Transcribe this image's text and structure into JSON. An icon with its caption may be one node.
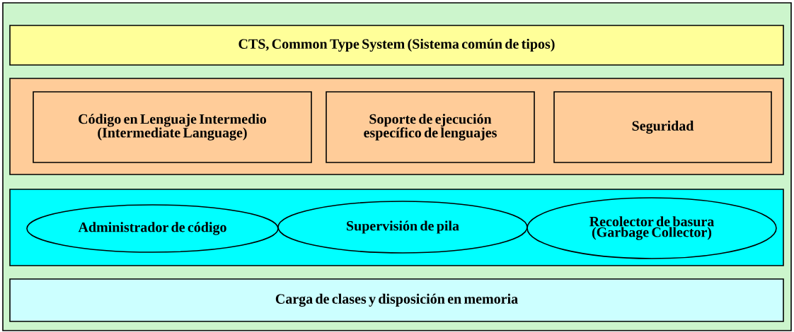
{
  "diagram": {
    "nodes": [
      {
        "text": [],
        "shape": "box"
      },
      {
        "text": [
          "CTS, Common Type System (Sistema común de tipos)"
        ],
        "in": 0
      },
      {
        "text": [],
        "shape": "box",
        "in": 0
      },
      {
        "text": [
          "Código en Lenguaje Intermedio (Intermediate Language)"
        ],
        "in": 2
      },
      {
        "text": [
          "Soporte de ejecución específico de lenguajes"
        ],
        "in": 2
      },
      {
        "text": [
          "Seguridad"
        ],
        "in": 2
      },
      {
        "text": [],
        "shape": "box",
        "in": 0
      },
      {
        "text": [
          "Administrador de código"
        ],
        "in": 6
      },
      {
        "text": [
          "Supervisión de pila"
        ],
        "in": 6
      },
      {
        "text": [
          "Recolector de basura (Garbage Collector)"
        ],
        "in": 6
      },
      {
        "text": [
          "Carga de clases y disposición en memoria"
        ],
        "in": 0
      }
    ]
  }
}
